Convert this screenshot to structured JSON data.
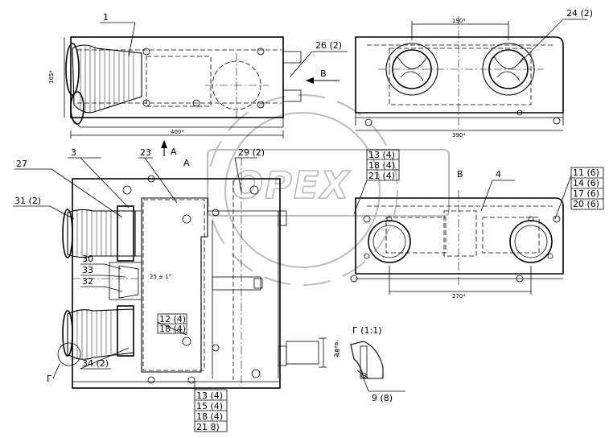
{
  "watermark": {
    "text": "OPEX"
  },
  "views": {
    "top_view_label": "A",
    "section_b_label": "B",
    "detail_g_label": "Г",
    "detail_g_title": "Г (1:1)"
  },
  "callouts": [
    {
      "id": "c1",
      "text": "1"
    },
    {
      "id": "c26",
      "text": "26 (2)"
    },
    {
      "id": "c24",
      "text": "24 (2)"
    },
    {
      "id": "c27",
      "text": "27"
    },
    {
      "id": "c3",
      "text": "3"
    },
    {
      "id": "c23",
      "text": "23"
    },
    {
      "id": "c29",
      "text": "29 (2)"
    },
    {
      "id": "c31",
      "text": "31 (2)"
    },
    {
      "id": "c30",
      "text": "30"
    },
    {
      "id": "c33",
      "text": "33"
    },
    {
      "id": "c32",
      "text": "32"
    },
    {
      "id": "c34",
      "text": "34 (2)"
    },
    {
      "id": "c4",
      "text": "4"
    },
    {
      "id": "c9",
      "text": "9 (8)"
    }
  ],
  "fastener_stacks": {
    "top_center": [
      "13 (4)",
      "18 (4)",
      "21 (4)"
    ],
    "right": [
      "11 (6)",
      "14 (6)",
      "17 (6)",
      "20 (6)"
    ],
    "middle": [
      "12 (4)",
      "18 (4)"
    ],
    "bottom": [
      "13 (4)",
      "15 (4)",
      "18 (4)",
      "21 8)"
    ]
  },
  "dimensions": {
    "front_width": "400*",
    "front_height": "165*",
    "side_width": "390*",
    "side_inner": "190*",
    "section_b_width": "270*",
    "angle": "25 ± 1°",
    "outlet_left": "40",
    "outlet_right": "2 отв."
  },
  "arrows": {
    "a_label": "A",
    "b_label": "B"
  }
}
